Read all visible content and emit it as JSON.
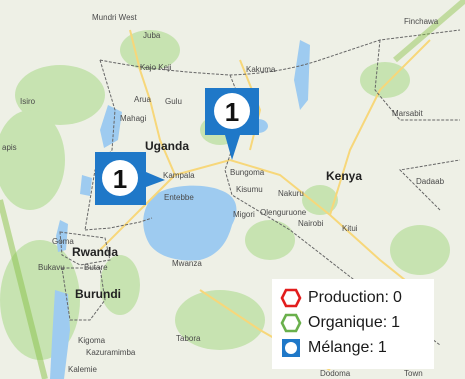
{
  "map": {
    "countries": {
      "uganda": "Uganda",
      "kenya": "Kenya",
      "rwanda": "Rwanda",
      "burundi": "Burundi"
    },
    "places": {
      "juba": "Juba",
      "mundri_west": "Mundri West",
      "kajo_keji": "Kajo Keji",
      "kakuma": "Kakuma",
      "finchawa": "Finchawa",
      "arua": "Arua",
      "gulu": "Gulu",
      "mahagi": "Mahagi",
      "isiro": "Isiro",
      "apis": "apis",
      "marsabit": "Marsabit",
      "kampala": "Kampala",
      "entebbe": "Entebbe",
      "bungoma": "Bungoma",
      "kisumu": "Kisumu",
      "nakuru": "Nakuru",
      "olenguruone": "Olenguruone",
      "migori": "Migori",
      "nairobi": "Nairobi",
      "kitui": "Kitui",
      "dadaab": "Dadaab",
      "goma": "Goma",
      "bukavu": "Bukavu",
      "butare": "Butare",
      "mwanza": "Mwanza",
      "kigoma": "Kigoma",
      "kazuramimba": "Kazuramimba",
      "tabora": "Tabora",
      "kalemie": "Kalemie",
      "dodoma": "Dodoma",
      "town": "Town"
    },
    "markers": [
      {
        "number": "1",
        "color": "#1f78c8"
      },
      {
        "number": "1",
        "color": "#1f78c8"
      }
    ]
  },
  "legend": {
    "items": [
      {
        "label": "Production:",
        "count": "0",
        "color": "#e21d1d",
        "icon": "red-hexagon-icon"
      },
      {
        "label": "Organique:",
        "count": "1",
        "color": "#6ab04c",
        "icon": "green-hexagon-icon"
      },
      {
        "label": "Mélange:",
        "count": "1",
        "color": "#1f78c8",
        "icon": "blue-square-icon"
      }
    ]
  },
  "colors": {
    "land": "#eef0e6",
    "water": "#9ecbf0",
    "park": "#c7e3b1",
    "border": "#666666",
    "road": "#f7d77a",
    "accent_green": "#8bc34a"
  }
}
